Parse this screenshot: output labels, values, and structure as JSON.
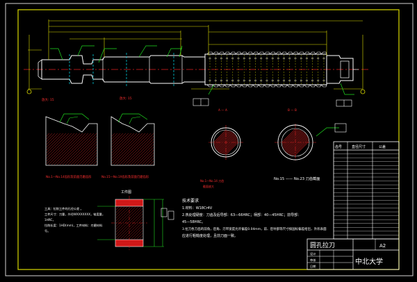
{
  "drawing": {
    "scale_label": "放大: 15",
    "scale_label_2": "放大: 15",
    "detail_label_1": "No.1—No.14齿形及前面刃磨齿形",
    "detail_label_2": "No.15—No.19齿形及前面刃磨齿形",
    "section_A_label": "A — A",
    "section_B_label": "B — B",
    "section_note_1": "No.1—No.14 刀齿",
    "section_note_1b": "截面放大",
    "section_note_2": "No.15 —— No.23 刀齿截面",
    "workpiece_label": "工件图",
    "req_lines": [
      "工具：拉削工件的孔径公差 。",
      "工件尺寸：刀量，外径WXXXXXXX，锥度量，",
      "1HRC，",
      "拉削长度：1HD(mm)，工件材料：刃磨材料",
      "号。"
    ],
    "tech_title": "技术要求",
    "tech_lines": [
      "1.材料：W18Cr4V",
      "2.热处理硬度：刀齿及后导部：63—66HRC；柄部：40—45HRC；前导部：",
      "45—58HRC。",
      "3.拉刀各刀齿的前角，后角、刃带宽度允许偏差0.04mm，前、后导部等尺寸按国标偏差给出，外形表面",
      "应进行粗糙度处理，且前刀面一致。"
    ]
  },
  "title_block": {
    "name": "圆孔拉刀",
    "sheet": "A2",
    "school": "中北大学",
    "rows": [
      "设计",
      "审核",
      "日期"
    ],
    "values": [
      "",
      "",
      ""
    ]
  },
  "table": {
    "headers": [
      "齿号",
      "直径尺寸",
      "公差"
    ],
    "row_count": 23
  }
}
